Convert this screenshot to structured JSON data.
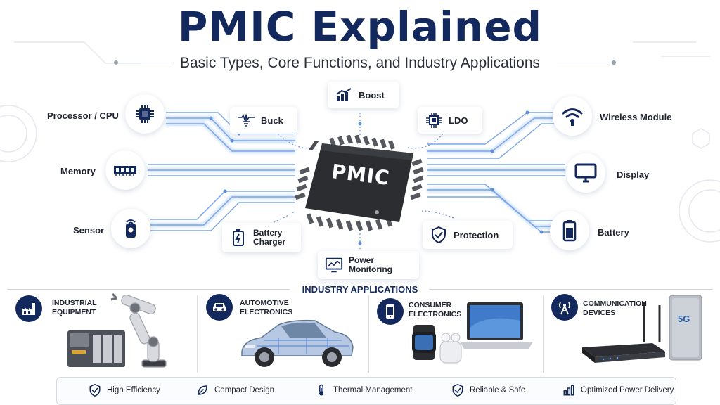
{
  "header": {
    "title": "PMIC Explained",
    "subtitle": "Basic Types, Core Functions, and Industry Applications"
  },
  "chip": {
    "label": "PMIC"
  },
  "left_devices": [
    {
      "label": "Processor / CPU",
      "icon": "cpu-icon"
    },
    {
      "label": "Memory",
      "icon": "memory-icon"
    },
    {
      "label": "Sensor",
      "icon": "sensor-icon"
    }
  ],
  "right_devices": [
    {
      "label": "Wireless Module",
      "icon": "wifi-icon"
    },
    {
      "label": "Display",
      "icon": "display-icon"
    },
    {
      "label": "Battery",
      "icon": "battery-icon"
    }
  ],
  "functions": [
    {
      "label": "Boost",
      "icon": "boost-chart-icon"
    },
    {
      "label": "Buck",
      "icon": "buck-converter-icon"
    },
    {
      "label": "LDO",
      "icon": "ldo-chip-icon"
    },
    {
      "label": "Battery\nCharger",
      "icon": "battery-charger-icon"
    },
    {
      "label": "Protection",
      "icon": "shield-check-icon"
    },
    {
      "label": "Power\nMonitoring",
      "icon": "monitor-chart-icon"
    }
  ],
  "industry": {
    "heading": "INDUSTRY APPLICATIONS",
    "sectors": [
      {
        "label": "INDUSTRIAL\nEQUIPMENT",
        "icon": "factory-icon"
      },
      {
        "label": "AUTOMOTIVE\nELECTRONICS",
        "icon": "car-icon"
      },
      {
        "label": "CONSUMER\nELECTRONICS",
        "icon": "smartphone-icon"
      },
      {
        "label": "COMMUNICATION\nDEVICES",
        "icon": "antenna-icon"
      }
    ],
    "router_badge": "5G"
  },
  "features": [
    {
      "label": "High Efficiency",
      "icon": "shield-check-icon"
    },
    {
      "label": "Compact Design",
      "icon": "leaf-icon"
    },
    {
      "label": "Thermal Management",
      "icon": "thermometer-icon"
    },
    {
      "label": "Reliable & Safe",
      "icon": "shield-check-icon"
    },
    {
      "label": "Optimized Power Delivery",
      "icon": "bar-chart-icon"
    }
  ],
  "colors": {
    "navy": "#13285c",
    "circuit_blue": "#8fb6ee",
    "chip_dark": "#2b2d31"
  }
}
